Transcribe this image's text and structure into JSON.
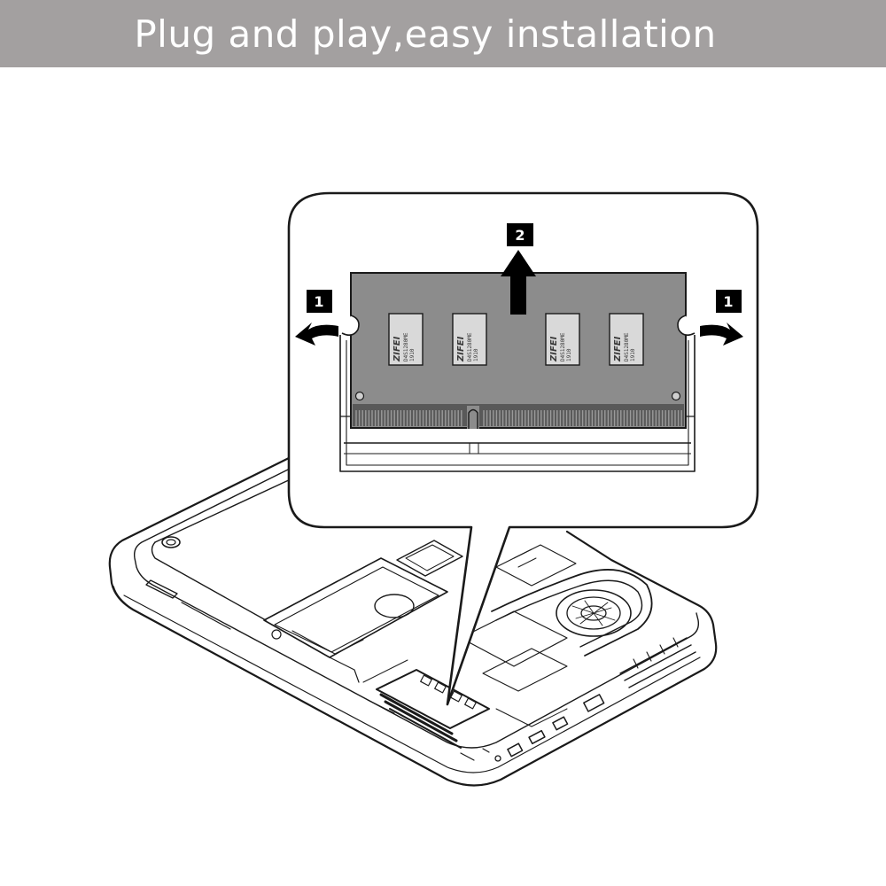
{
  "banner": {
    "title": "Plug and play,easy installation"
  },
  "steps": {
    "release_clip_left": "1",
    "lift_module": "2",
    "release_clip_right": "1"
  },
  "memory_module": {
    "chips": [
      {
        "brand": "ZIFEI",
        "code": "D4S1280ME",
        "sub": "1910"
      },
      {
        "brand": "ZIFEI",
        "code": "D4S1280ME",
        "sub": "1910"
      },
      {
        "brand": "ZIFEI",
        "code": "D4S1280ME",
        "sub": "1910"
      },
      {
        "brand": "ZIFEI",
        "code": "D4S1280ME",
        "sub": "1910"
      }
    ]
  },
  "colors": {
    "banner": "#a3a0a0",
    "module": "#8c8c8c",
    "chip": "#d9d9d9",
    "line": "#1a1a1a"
  }
}
